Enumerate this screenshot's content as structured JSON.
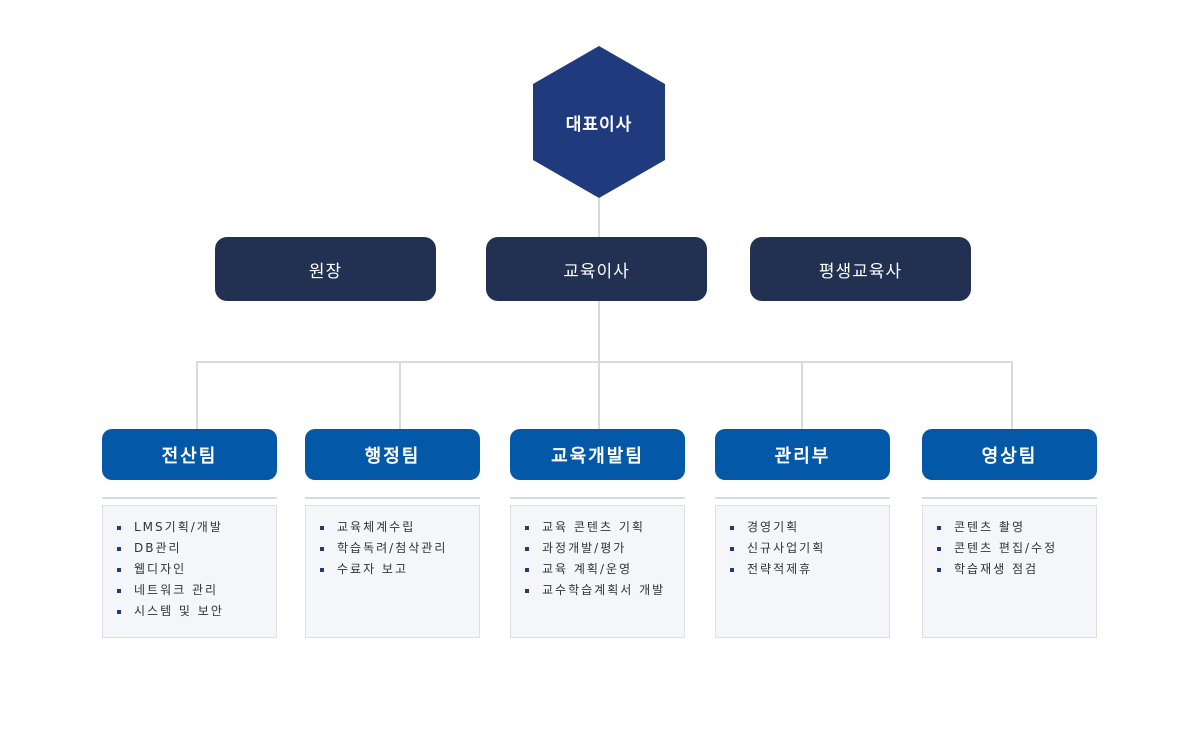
{
  "ceo": {
    "label": "대표이사"
  },
  "executives": [
    {
      "label": "원장"
    },
    {
      "label": "교육이사"
    },
    {
      "label": "평생교육사"
    }
  ],
  "teams": [
    {
      "name": "전산팀",
      "items": [
        "LMS기획/개발",
        "DB관리",
        "웹디자인",
        "네트워크 관리",
        "시스템 및 보안"
      ]
    },
    {
      "name": "행정팀",
      "items": [
        "교육체계수립",
        "학습독려/첨삭관리",
        "수료자 보고"
      ]
    },
    {
      "name": "교육개발팀",
      "items": [
        "교육 콘텐츠 기획",
        "과정개발/평가",
        "교육 계획/운영",
        "교수학습계획서 개발"
      ]
    },
    {
      "name": "관리부",
      "items": [
        "경영기획",
        "신규사업기획",
        "전략적제휴"
      ]
    },
    {
      "name": "영상팀",
      "items": [
        "콘텐츠 촬영",
        "콘텐츠 편집/수정",
        "학습재생 점검"
      ]
    }
  ],
  "colors": {
    "ceo": "#1f3a7d",
    "executive": "#223152",
    "team": "#0458a8",
    "connector": "#d8dade",
    "panel": "#f4f6fa"
  }
}
